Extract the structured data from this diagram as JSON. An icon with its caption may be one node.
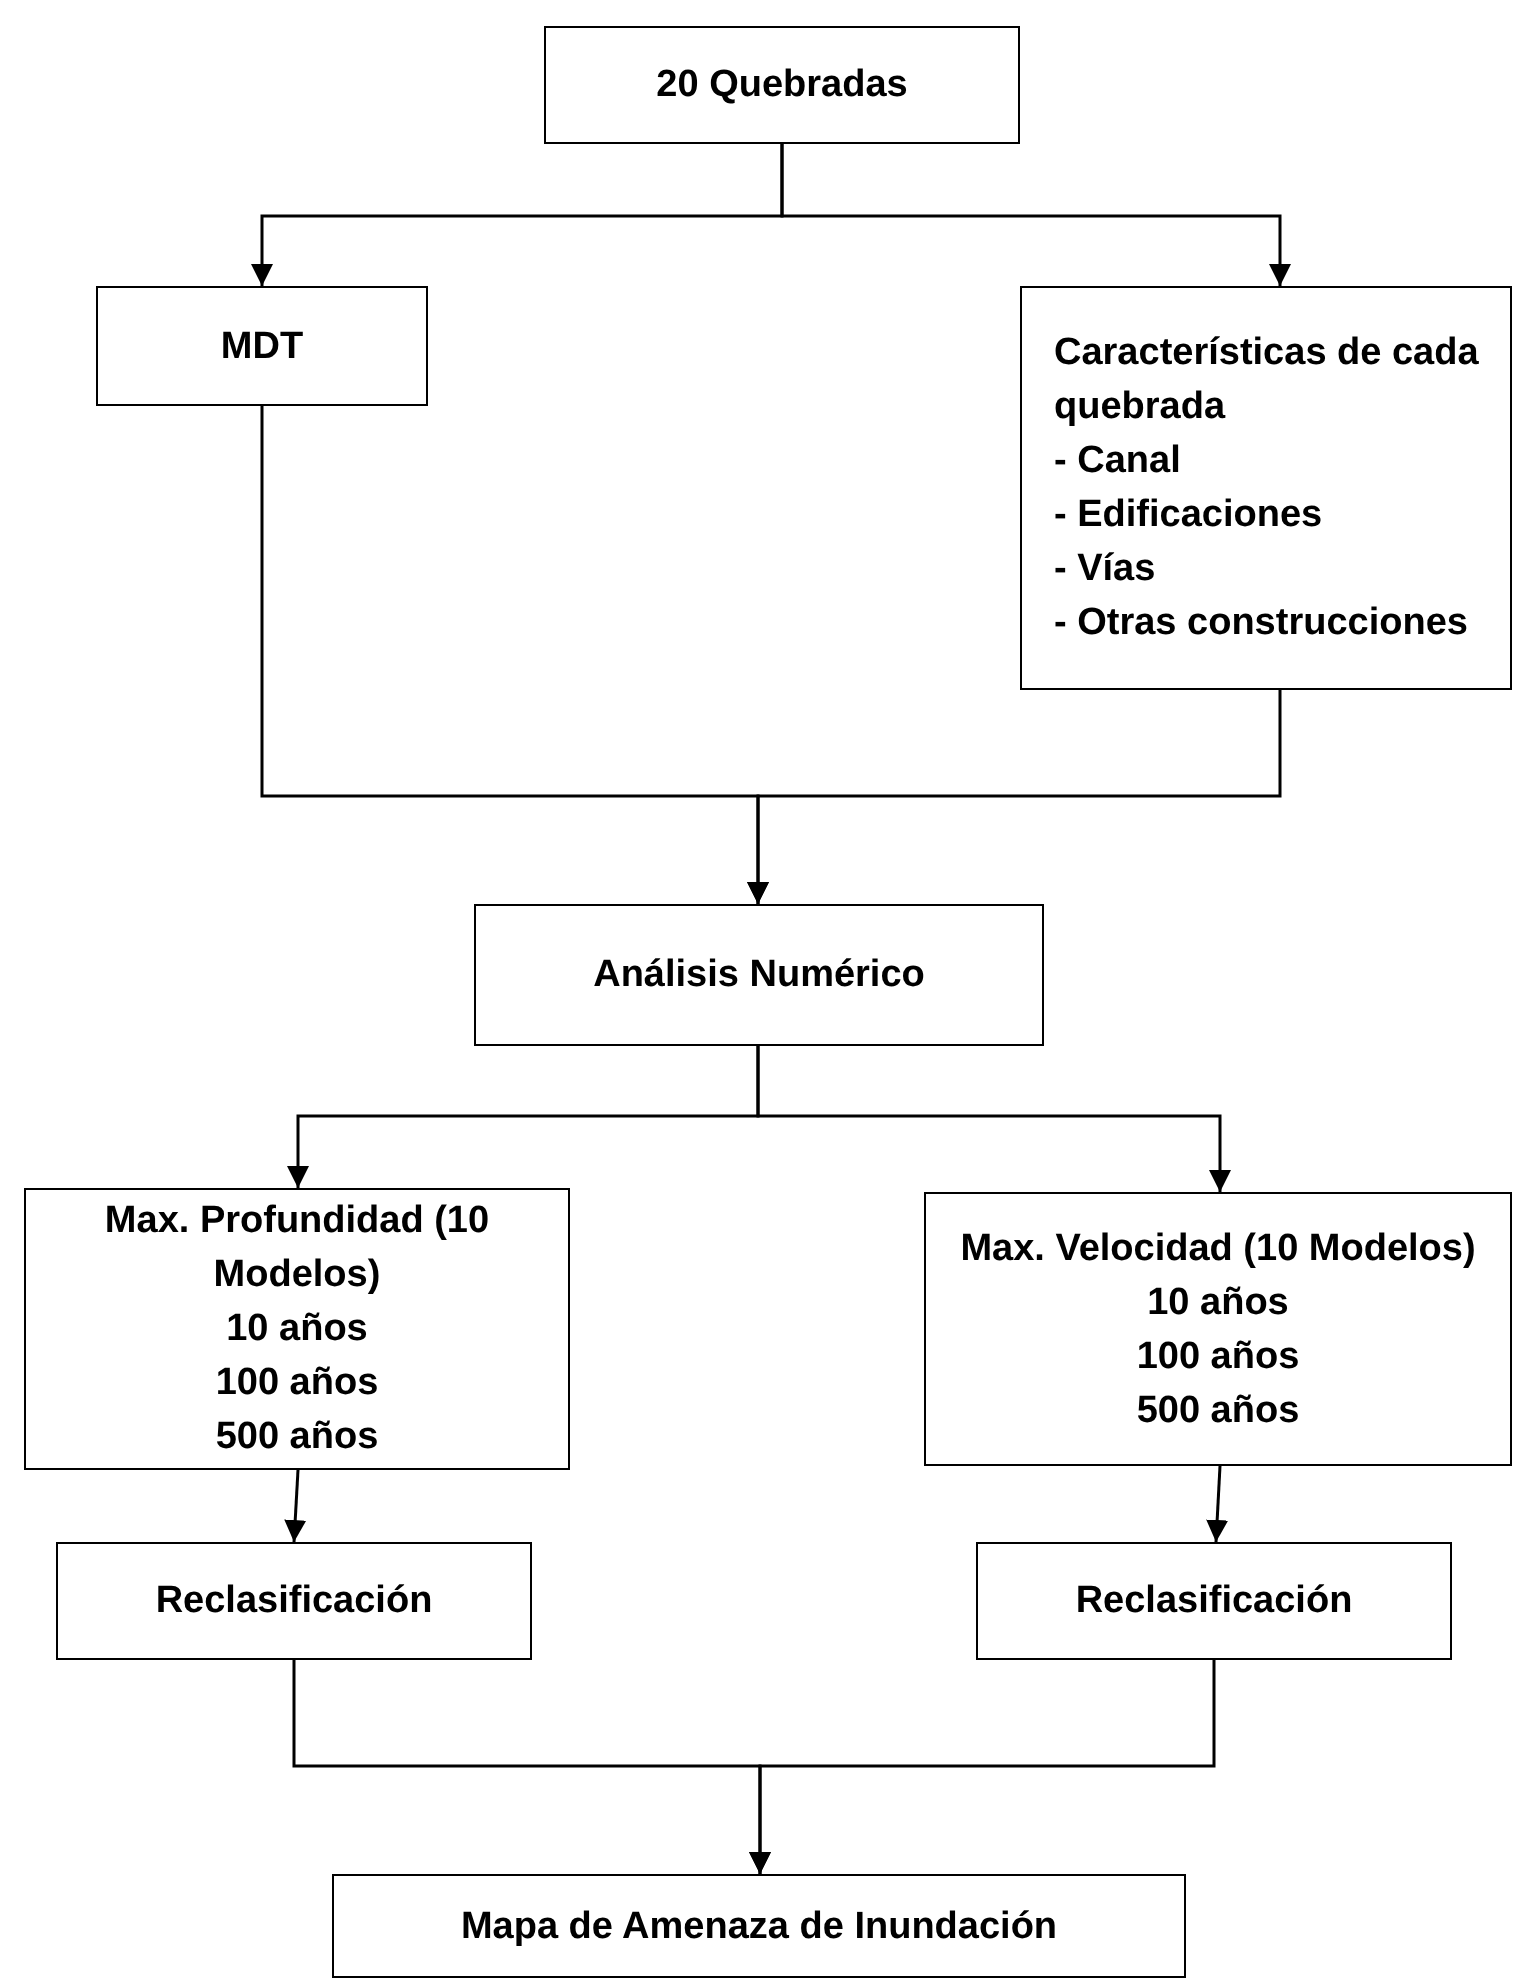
{
  "diagram": {
    "nodes": [
      {
        "text": [
          "20 Quebradas"
        ]
      },
      {
        "text": [
          "MDT"
        ]
      },
      {
        "text": [
          "Características de cada quebrada",
          "- Canal",
          "- Edificaciones",
          "- Vías",
          "- Otras construcciones"
        ]
      },
      {
        "text": [
          "Análisis Numérico"
        ]
      },
      {
        "text": [
          "Max. Profundidad (10 Modelos)",
          "10 años",
          "100 años",
          "500 años"
        ]
      },
      {
        "text": [
          "Max. Velocidad (10 Modelos)",
          "10 años",
          "100 años",
          "500 años"
        ]
      },
      {
        "text": [
          "Reclasificación"
        ]
      },
      {
        "text": [
          "Reclasificación"
        ]
      },
      {
        "text": [
          "Mapa de Amenaza de Inundación"
        ]
      }
    ],
    "edges": [
      {
        "from": 0,
        "to": 1,
        "arrow": "to"
      },
      {
        "from": 0,
        "to": 2,
        "arrow": "to"
      },
      {
        "from": 1,
        "to": 3,
        "arrow": "to"
      },
      {
        "from": 2,
        "to": 3,
        "arrow": "to"
      },
      {
        "from": 3,
        "to": 4,
        "arrow": "to"
      },
      {
        "from": 3,
        "to": 5,
        "arrow": "to"
      },
      {
        "from": 4,
        "to": 6,
        "arrow": "to"
      },
      {
        "from": 5,
        "to": 7,
        "arrow": "to"
      },
      {
        "from": 6,
        "to": 8,
        "arrow": "to"
      },
      {
        "from": 7,
        "to": 8,
        "arrow": "to"
      }
    ]
  }
}
